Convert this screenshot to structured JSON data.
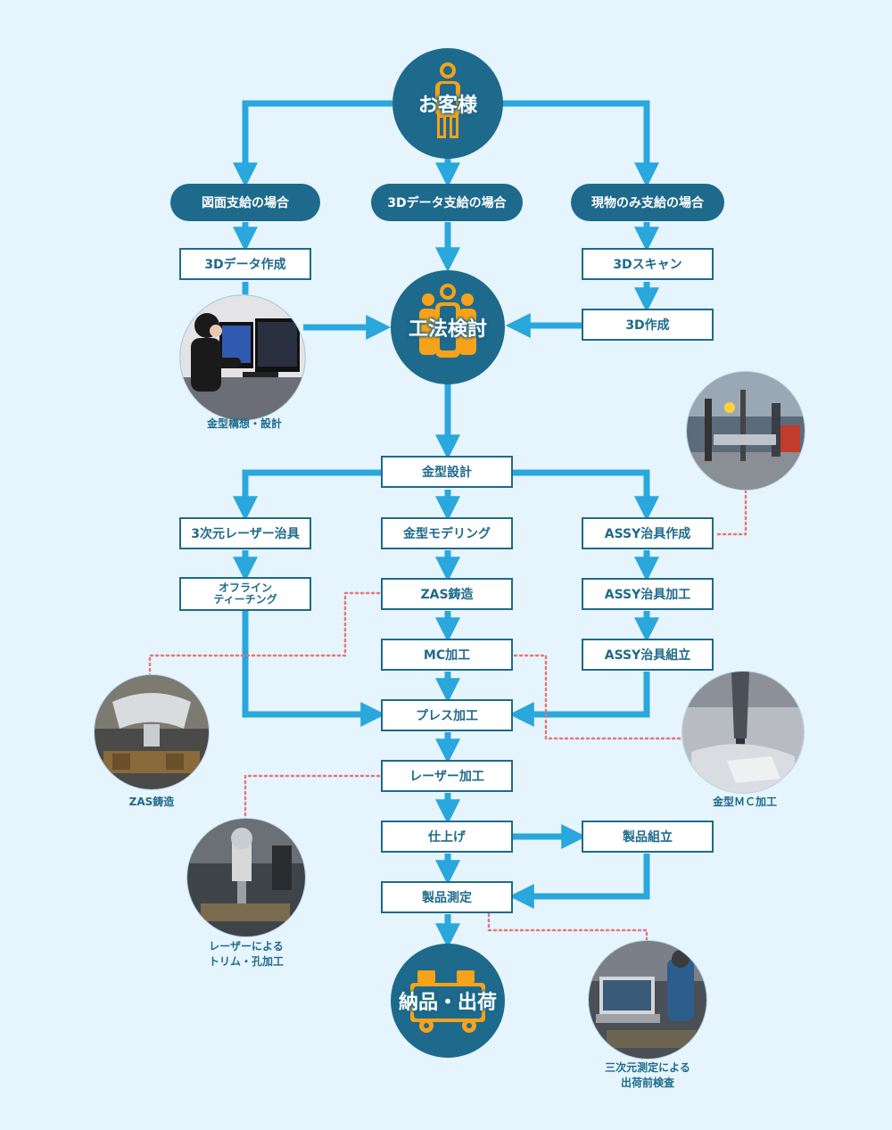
{
  "customer": {
    "label": "お客様"
  },
  "entry_cases": {
    "drawing": "図面支給の場合",
    "data3d": "3Dデータ支給の場合",
    "physical": "現物のみ支給の場合"
  },
  "prep_steps": {
    "data_creation": "3Dデータ作成",
    "scan": "3Dスキャン",
    "creation3d": "3D作成"
  },
  "method_review": {
    "label": "工法検討"
  },
  "main_flow": {
    "mold_design": "金型設計",
    "mold_modeling": "金型モデリング",
    "zas_casting": "ZAS鋳造",
    "mc_machining": "MC加工",
    "press": "プレス加工",
    "laser": "レーザー加工",
    "finishing": "仕上げ",
    "inspection": "製品測定"
  },
  "laser_branch": {
    "jig": "3次元レーザー治具",
    "teaching_line1": "オフライン",
    "teaching_line2": "ティーチング"
  },
  "assy_branch": {
    "jig_create": "ASSY治具作成",
    "jig_machining": "ASSY治具加工",
    "jig_assembly": "ASSY治具組立"
  },
  "product_assembly": "製品組立",
  "delivery": {
    "label": "納品・出荷"
  },
  "photos": {
    "design": {
      "caption": "金型構想・設計"
    },
    "assy": {
      "caption": ""
    },
    "zas": {
      "caption": "ZAS鋳造"
    },
    "mc": {
      "caption": "金型ＭＣ加工"
    },
    "laser_trim": {
      "caption_line1": "レーザーによる",
      "caption_line2": "トリム・孔加工"
    },
    "measure": {
      "caption_line1": "三次元測定による",
      "caption_line2": "出荷前検査"
    }
  },
  "colors": {
    "background": "#e6f5fd",
    "primary": "#1e6a8c",
    "arrow": "#2aa7dd",
    "accent_orange": "#f6a21a",
    "dotted_link": "#e8767a"
  }
}
